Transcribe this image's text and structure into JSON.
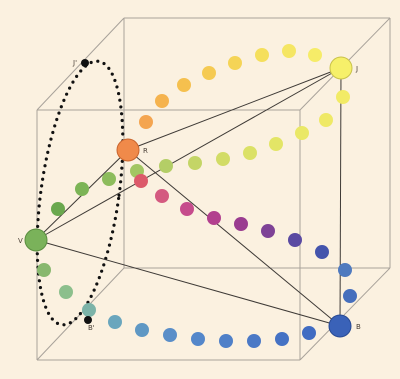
{
  "vertices": {
    "R": {
      "label": "R",
      "color": "#f08a4a"
    },
    "J": {
      "label": "J",
      "color": "#f6f06a"
    },
    "V": {
      "label": "V",
      "color": "#7ab25a"
    },
    "B": {
      "label": "B",
      "color": "#3a62b8"
    }
  },
  "ellipse_ends": {
    "top": {
      "label": "J'"
    },
    "bottom": {
      "label": "B'"
    }
  },
  "colors": {
    "background": "#fbf1e0",
    "cube_edges": "#a8a29a",
    "connections": "#3e3a36",
    "ellipse_dots": "#111111"
  },
  "arcs": [
    {
      "name": "arc-r-j-upper",
      "from": "R",
      "to": "J"
    },
    {
      "name": "arc-v-j-inner",
      "from": "V",
      "to": "J"
    },
    {
      "name": "arc-r-b-purple",
      "from": "R",
      "to": "B"
    },
    {
      "name": "arc-j-b-green",
      "from": "J",
      "to": "B"
    },
    {
      "name": "arc-v-b-lower",
      "from": "V",
      "to": "B"
    }
  ]
}
